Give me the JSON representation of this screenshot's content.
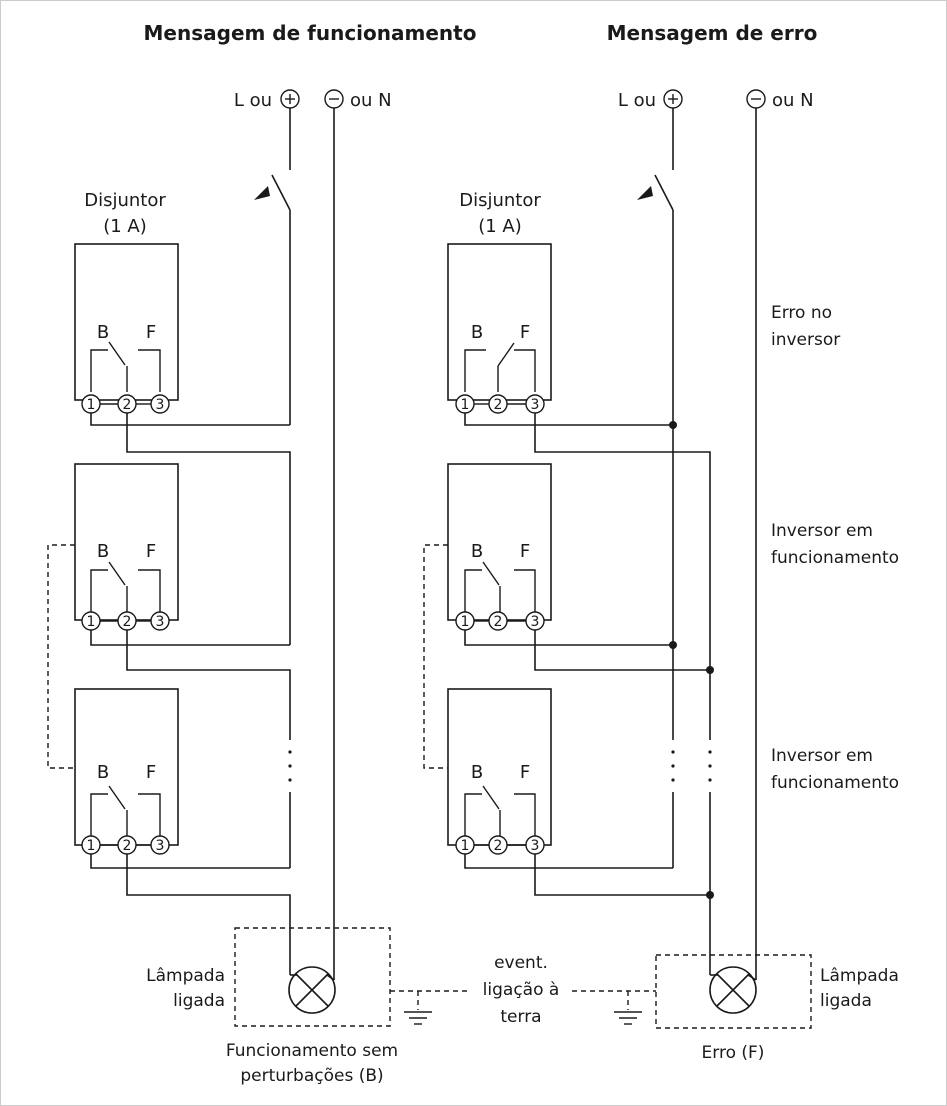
{
  "headings": {
    "operation": "Mensagem de funcionamento",
    "error": "Mensagem de erro"
  },
  "supply": {
    "line_label": "L ou",
    "neutral_label": "ou N",
    "plus_symbol": "+",
    "minus_symbol": "−"
  },
  "breaker": {
    "title": "Disjuntor",
    "rating": "(1 A)"
  },
  "relay": {
    "contact_b": "B",
    "contact_f": "F",
    "terminals": [
      "1",
      "2",
      "3"
    ]
  },
  "status_labels": {
    "top": [
      "Erro no",
      "inversor"
    ],
    "middle": [
      "Inversor em",
      "funcionamento"
    ],
    "bottom": [
      "Inversor em",
      "funcionamento"
    ]
  },
  "lamp": {
    "left_label": [
      "Lâmpada",
      "ligada"
    ],
    "right_label": [
      "Lâmpada",
      "ligada"
    ],
    "left_caption": [
      "Funcionamento sem",
      "perturbações (B)"
    ],
    "right_caption": "Erro (F)"
  },
  "earth": {
    "label": [
      "event.",
      "ligação à",
      "terra"
    ]
  },
  "icons": {
    "lamp": "lamp-cross-icon",
    "earth": "earth-ground-icon",
    "breaker": "breaker-switch-icon",
    "relay_contact": "relay-contact-icon"
  }
}
